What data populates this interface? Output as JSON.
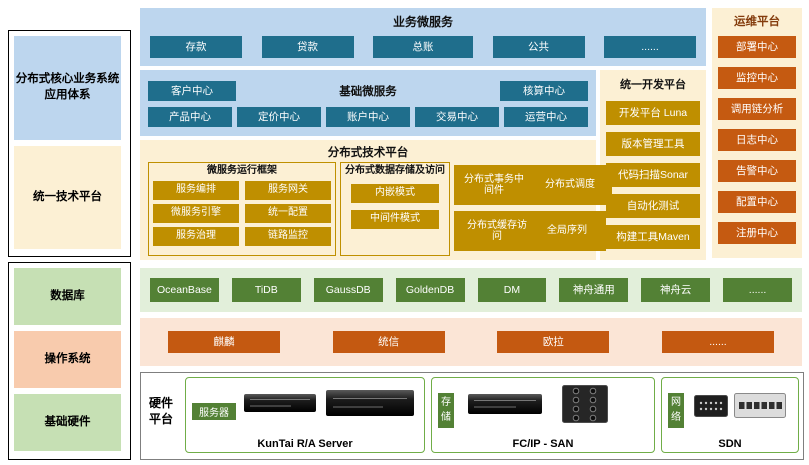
{
  "colors": {
    "teal": "#1F6E8C",
    "light_blue": "#BDD6EE",
    "cream": "#FCF0D4",
    "olive": "#BF8F00",
    "orange": "#C55A11",
    "green": "#538135",
    "light_green": "#C6E0B4",
    "light_green_strip": "#E2EFDA",
    "light_orange": "#F8CBAD",
    "light_orange_strip": "#FBE5D6",
    "hardware_border_green": "#70AD47",
    "ops_title": "#843C0C"
  },
  "left": {
    "app_system_line1": "分布式核心业务系统",
    "app_system_line2": "应用体系",
    "tech_platform": "统一技术平台",
    "database": "数据库",
    "os": "操作系统",
    "hardware": "基础硬件"
  },
  "business_services": {
    "title": "业务微服务",
    "items": [
      "存款",
      "贷款",
      "总账",
      "公共",
      "......"
    ]
  },
  "basic_services": {
    "title": "基础微服务",
    "left_item": "客户中心",
    "right_item": "核算中心",
    "row2": [
      "产品中心",
      "定价中心",
      "账户中心",
      "交易中心",
      "运营中心"
    ]
  },
  "ops_platform": {
    "title": "运维平台",
    "items": [
      "部署中心",
      "监控中心",
      "调用链分析",
      "日志中心",
      "告警中心",
      "配置中心",
      "注册中心"
    ]
  },
  "dev_platform": {
    "title": "统一开发平台",
    "items": [
      "开发平台 Luna",
      "版本管理工具",
      "代码扫描Sonar",
      "自动化测试",
      "构建工具Maven"
    ]
  },
  "distributed_platform": {
    "title": "分布式技术平台",
    "runtime": {
      "title": "微服务运行框架",
      "items": [
        "服务编排",
        "服务网关",
        "微服务引擎",
        "统一配置",
        "服务治理",
        "链路监控"
      ]
    },
    "storage_access": {
      "title": "分布式数据存储及访问",
      "items": [
        "内嵌模式",
        "中间件模式"
      ]
    },
    "blocks": [
      "分布式事务中间件",
      "分布式调度",
      "分布式缓存访问",
      "全局序列"
    ]
  },
  "databases": {
    "items": [
      "OceanBase",
      "TiDB",
      "GaussDB",
      "GoldenDB",
      "DM",
      "神舟通用",
      "神舟云",
      "......"
    ]
  },
  "operating_systems": {
    "items": [
      "麒麟",
      "统信",
      "欧拉",
      "......"
    ]
  },
  "hardware": {
    "label": "硬件平台",
    "server_tag": "服务器",
    "server_caption": "KunTai R/A Server",
    "storage_tag": "存储",
    "storage_caption": "FC/IP - SAN",
    "network_tag": "网络",
    "network_caption": "SDN"
  }
}
